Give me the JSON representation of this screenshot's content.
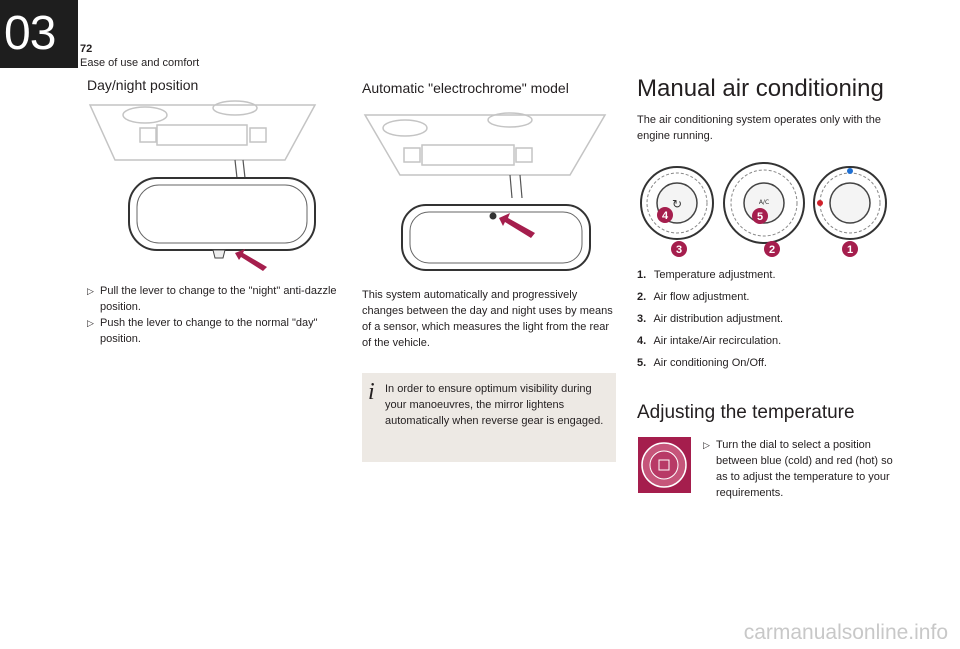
{
  "header": {
    "chapter": "03",
    "page_number": "72",
    "section": "Ease of use and comfort"
  },
  "col1": {
    "heading": "Day/night position",
    "bullets": [
      "Pull the lever to change to the \"night\" anti-dazzle position.",
      "Push the lever to change to the normal \"day\" position."
    ]
  },
  "col2": {
    "heading": "Automatic \"electrochrome\" model",
    "body": "This system automatically and progressively changes between the day and night uses by means of a sensor, which measures the light from the rear of the vehicle.",
    "note": "In order to ensure optimum visibility during your manoeuvres, the mirror lightens automatically when reverse gear is engaged.",
    "note_icon": "i"
  },
  "col3": {
    "heading": "Manual air conditioning",
    "intro": "The air conditioning system operates only with the engine running.",
    "callouts": [
      "4",
      "5",
      "3",
      "2",
      "1"
    ],
    "panel_label": "A/C",
    "legend": [
      {
        "num": "1.",
        "text": "Temperature adjustment."
      },
      {
        "num": "2.",
        "text": "Air flow adjustment."
      },
      {
        "num": "3.",
        "text": "Air distribution adjustment."
      },
      {
        "num": "4.",
        "text": "Air intake/Air recirculation."
      },
      {
        "num": "5.",
        "text": "Air conditioning On/Off."
      }
    ],
    "sub_heading": "Adjusting the temperature",
    "sub_bullet": "Turn the dial to select a position between blue (cold) and red (hot) so as to adjust the temperature to your requirements."
  },
  "colors": {
    "accent": "#a51e4d",
    "note_bg": "#ede9e4",
    "tab": "#1e1e1e",
    "cold": "#1f6fd1",
    "hot": "#d0202a"
  },
  "watermark": "carmanualsonline.info"
}
